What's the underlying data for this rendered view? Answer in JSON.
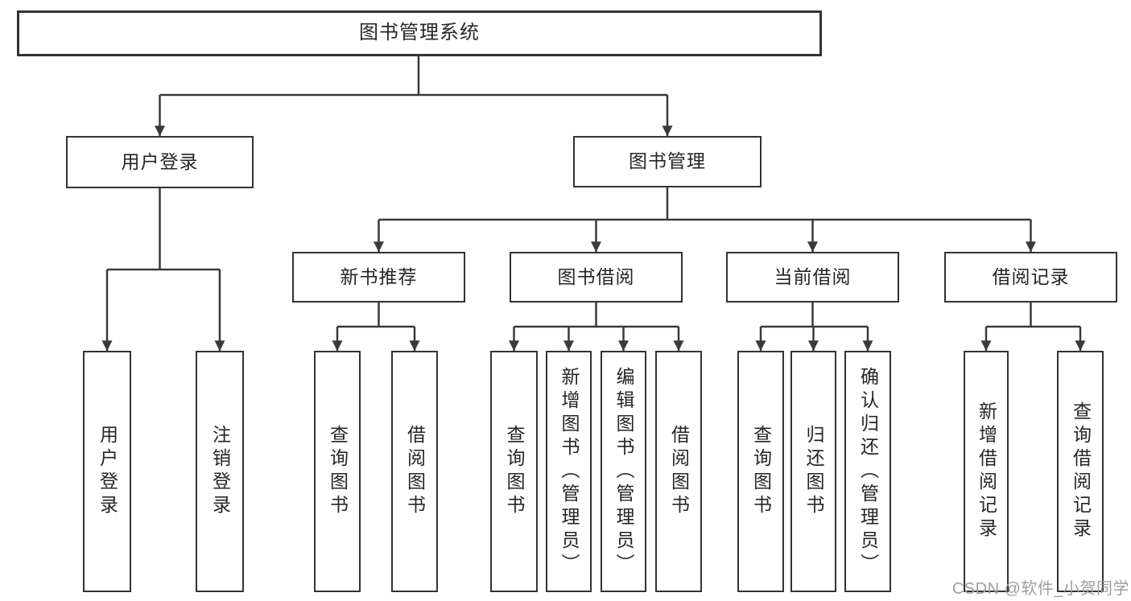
{
  "colors": {
    "line_color": "#3a3a3a",
    "border_color": "#333333",
    "text_color": "#262626",
    "watermark_color": "#9e9e9e",
    "bg_color": "#ffffff"
  },
  "tree": {
    "label": "图书管理系统",
    "children": [
      {
        "label": "用户登录",
        "children": [
          {
            "label": "用户登录"
          },
          {
            "label": "注销登录"
          }
        ]
      },
      {
        "label": "图书管理",
        "children": [
          {
            "label": "新书推荐",
            "children": [
              {
                "label": "查询图书"
              },
              {
                "label": "借阅图书"
              }
            ]
          },
          {
            "label": "图书借阅",
            "children": [
              {
                "label": "查询图书"
              },
              {
                "label": "新增图书（管理员）"
              },
              {
                "label": "编辑图书（管理员）"
              },
              {
                "label": "借阅图书"
              }
            ]
          },
          {
            "label": "当前借阅",
            "children": [
              {
                "label": "查询图书"
              },
              {
                "label": "归还图书"
              },
              {
                "label": "确认归还（管理员）"
              }
            ]
          },
          {
            "label": "借阅记录",
            "children": [
              {
                "label": "新增借阅记录"
              },
              {
                "label": "查询借阅记录"
              }
            ]
          }
        ]
      }
    ]
  },
  "watermark": {
    "text": "CSDN @软件_小贺同学"
  }
}
